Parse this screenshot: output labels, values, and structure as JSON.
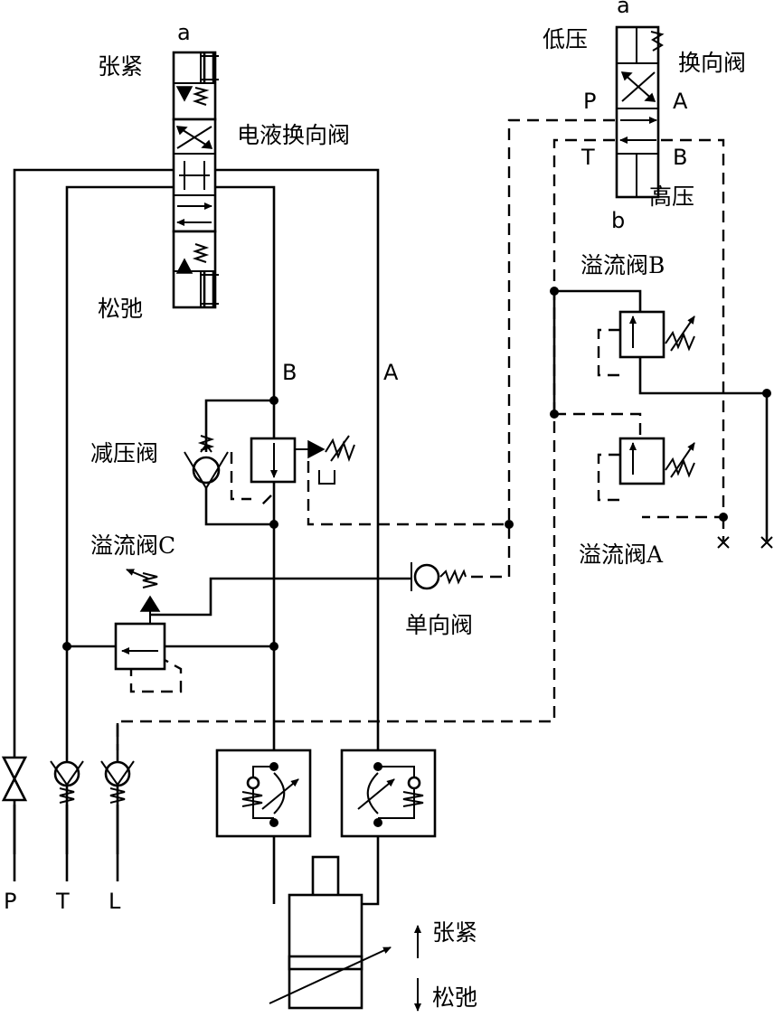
{
  "labels": {
    "tension": "张紧",
    "relax": "松弛",
    "eh_valve": "电液换向阀",
    "low_pressure": "低压",
    "high_pressure": "高压",
    "reversing_valve": "换向阀",
    "relief_b": "溢流阀B",
    "relief_a": "溢流阀A",
    "relief_c": "溢流阀C",
    "reducing_valve": "减压阀",
    "check_valve": "单向阀",
    "cyl_tension": "张紧",
    "cyl_relax": "松弛"
  },
  "letters": {
    "valve1_a": "a",
    "valve2_a": "a",
    "valve2_b": "b",
    "port_p": "P",
    "port_a": "A",
    "port_t": "T",
    "port_b": "B",
    "line_b": "B",
    "line_a": "A",
    "out_p": "P",
    "out_t": "T",
    "out_l": "L"
  }
}
